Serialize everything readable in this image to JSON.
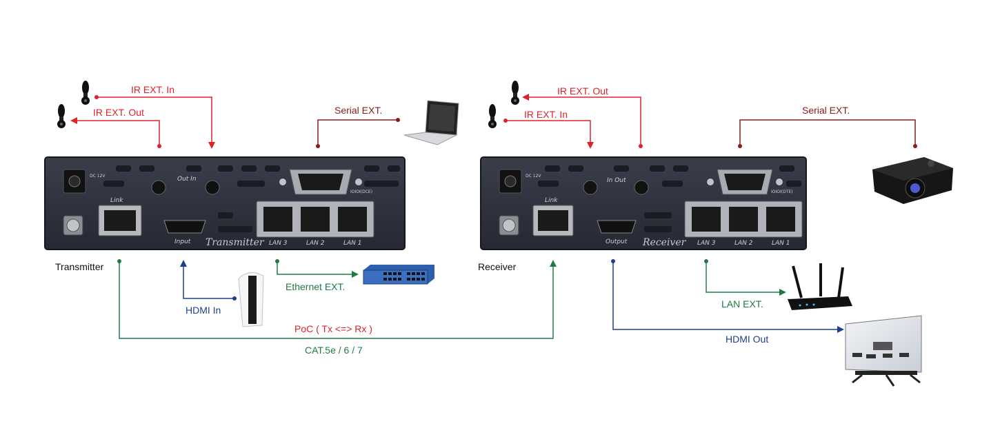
{
  "transmitter": {
    "name": "Transmitter",
    "panel_label": "Transmitter",
    "power_label": "DC 12V",
    "ir_port_label": "Out In",
    "link_label": "Link",
    "input_label": "Input",
    "serial_mode_label": "IOIOI(DCE)",
    "lan_ports": [
      "LAN 3",
      "LAN 2",
      "LAN 1"
    ]
  },
  "receiver": {
    "name": "Receiver",
    "panel_label": "Receiver",
    "power_label": "DC 12V",
    "ir_port_label": "In Out",
    "link_label": "Link",
    "output_label": "Output",
    "serial_mode_label": "IOIOI(DTE)",
    "lan_ports": [
      "LAN 3",
      "LAN 2",
      "LAN 1"
    ]
  },
  "connections": {
    "tx_ir_in": "IR EXT. In",
    "tx_ir_out": "IR EXT. Out",
    "tx_serial": "Serial EXT.",
    "tx_ethernet": "Ethernet EXT.",
    "tx_hdmi_in": "HDMI In",
    "rx_ir_out": "IR EXT. Out",
    "rx_ir_in": "IR EXT. In",
    "rx_serial": "Serial EXT.",
    "rx_lan": "LAN EXT.",
    "rx_hdmi_out": "HDMI Out",
    "poc": "PoC ( Tx <=> Rx )",
    "cable": "CAT.5e / 6 / 7"
  },
  "colors": {
    "ir": "#e0212b",
    "serial": "#8b1a1a",
    "ethernet": "#1f7a45",
    "hdmi": "#1b3f8c",
    "panel": "#2f3340"
  },
  "icons": [
    "ir-sensor-icon",
    "ir-emitter-icon",
    "laptop-icon",
    "network-switch-icon",
    "game-console-icon",
    "projector-icon",
    "router-icon",
    "display-screen-icon"
  ]
}
